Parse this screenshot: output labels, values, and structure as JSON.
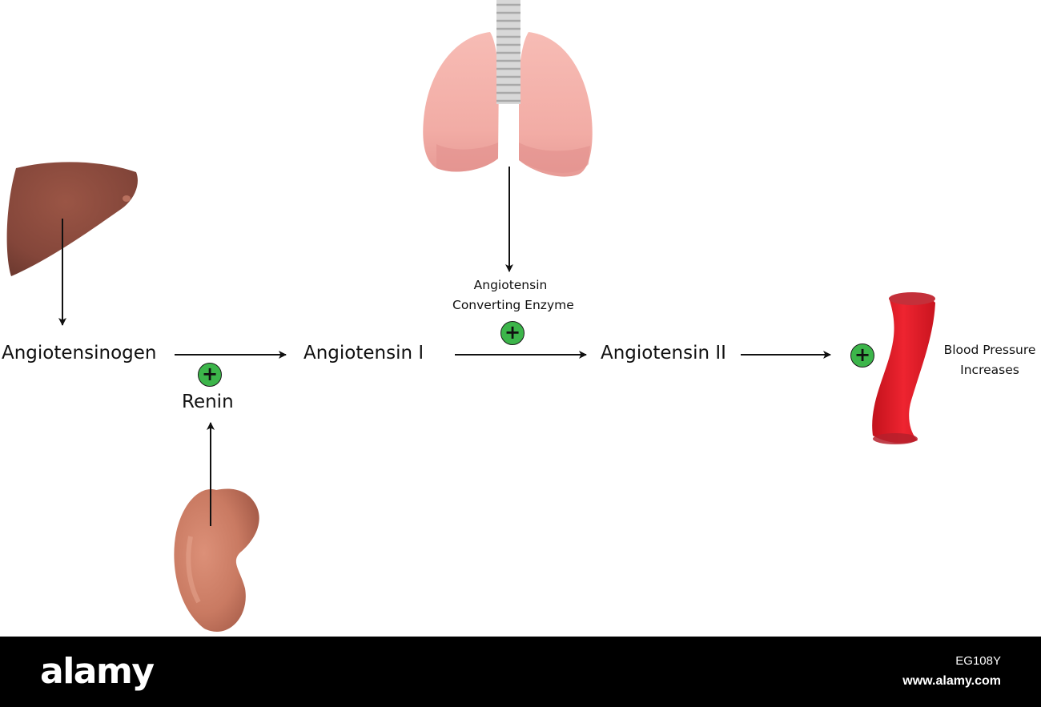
{
  "diagram": {
    "nodes": {
      "angiotensinogen": "Angiotensinogen",
      "renin": "Renin",
      "angiotensin_1": "Angiotensin I",
      "ace_line1": "Angiotensin",
      "ace_line2": "Converting Enzyme",
      "angiotensin_2": "Angiotensin II",
      "bp_line1": "Blood Pressure",
      "bp_line2": "Increases"
    },
    "plus_symbol": "+",
    "organs": [
      "liver-icon",
      "kidney-icon",
      "lungs-icon",
      "blood-vessel-icon"
    ],
    "colors": {
      "plus_green": "#3cb54a",
      "liver": "#8b4a3a",
      "kidney": "#c97a62",
      "lungs": "#f4b1ab",
      "vessel": "#e5202a"
    }
  },
  "watermark": {
    "brand": "alamy",
    "image_id": "EG108Y",
    "site": "www.alamy.com"
  }
}
